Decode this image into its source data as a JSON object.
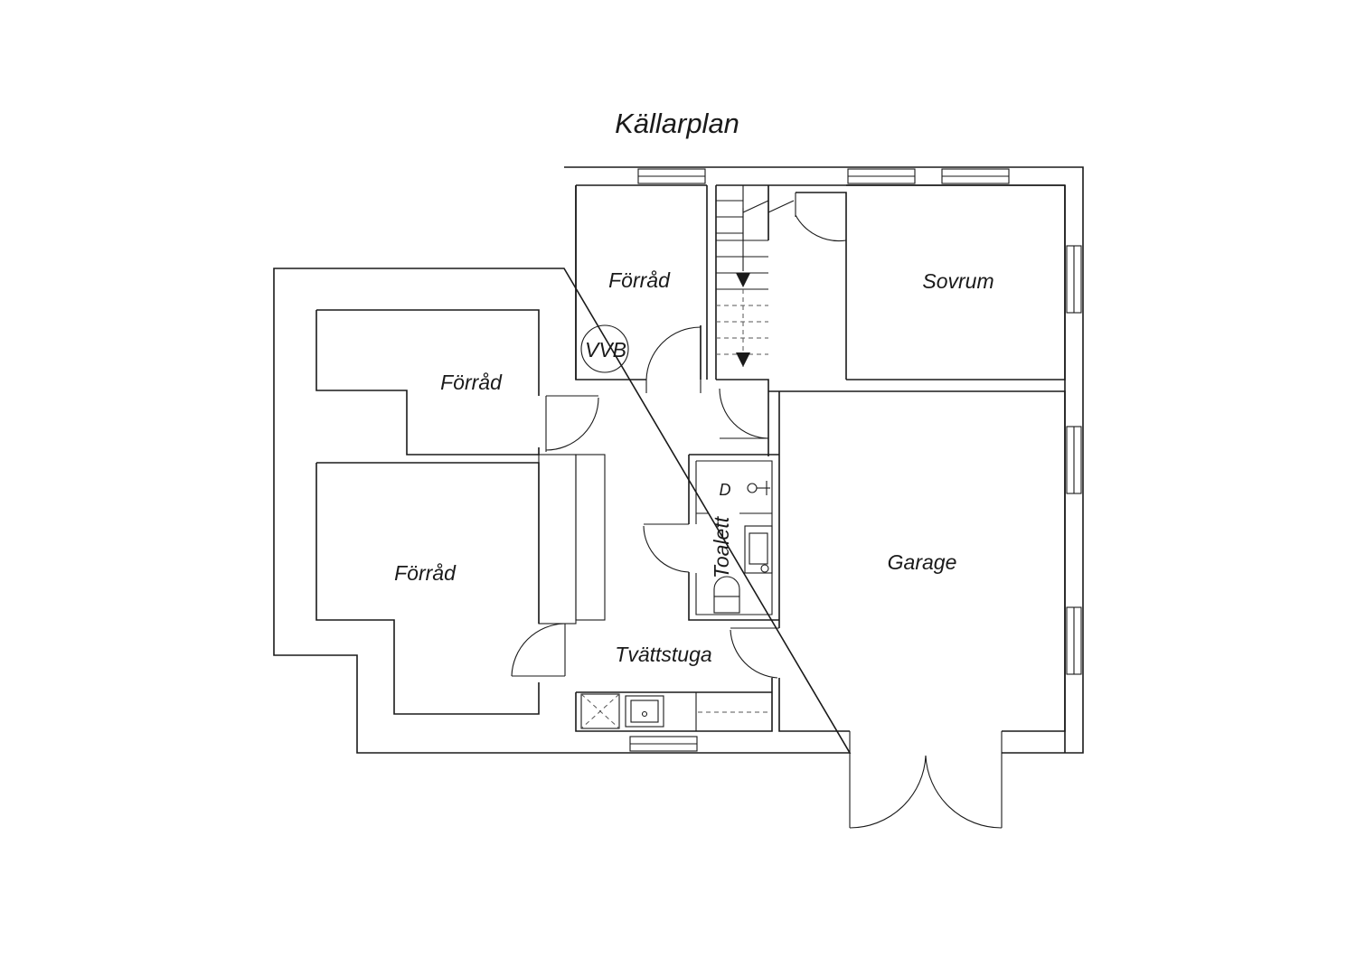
{
  "title": "Källarplan",
  "rooms": {
    "forrad_top": "Förråd",
    "vvb": "VVB",
    "forrad_left": "Förråd",
    "forrad_bottom": "Förråd",
    "sovrum": "Sovrum",
    "garage": "Garage",
    "tvattstuga": "Tvättstuga",
    "toalett": "Toalett",
    "dusch": "D"
  },
  "colors": {
    "line": "#1a1a1a",
    "background": "#ffffff"
  }
}
